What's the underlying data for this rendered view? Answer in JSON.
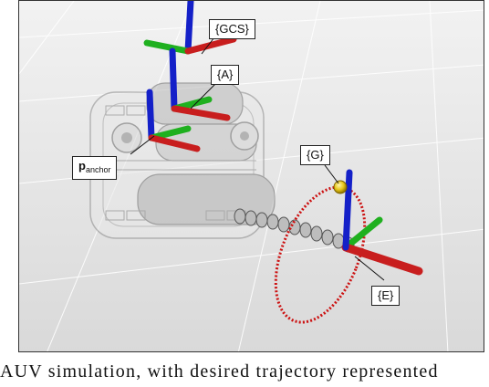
{
  "labels": {
    "gcs": "{GCS}",
    "a": "{A}",
    "anchor_main": "p",
    "anchor_sub": "anchor",
    "g": "{G}",
    "e": "{E}"
  },
  "caption": "AUV simulation, with desired trajectory represented",
  "colors": {
    "axis_x": "#c81e1e",
    "axis_y": "#1fb01f",
    "axis_z": "#1420c8",
    "trajectory": "#cc1111",
    "goal_marker": "#e6c619"
  }
}
